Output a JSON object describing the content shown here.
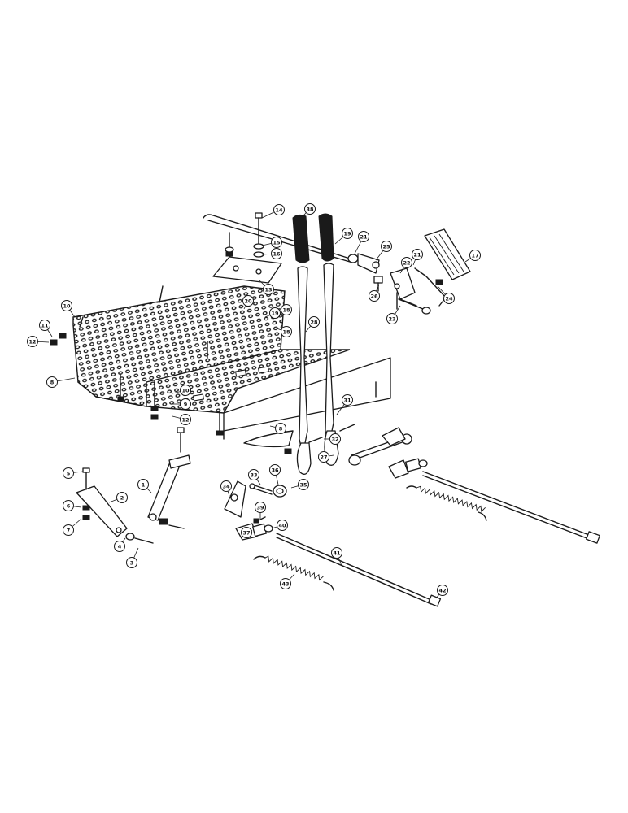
{
  "callouts": [
    {
      "id": "c14a",
      "label": "14"
    },
    {
      "id": "c38",
      "label": "38"
    },
    {
      "id": "c15",
      "label": "15"
    },
    {
      "id": "c16",
      "label": "16"
    },
    {
      "id": "c13",
      "label": "13"
    },
    {
      "id": "c19a",
      "label": "19"
    },
    {
      "id": "c21",
      "label": "21"
    },
    {
      "id": "c25",
      "label": "25"
    },
    {
      "id": "c17",
      "label": "17"
    },
    {
      "id": "c22",
      "label": "22"
    },
    {
      "id": "c21b",
      "label": "21"
    },
    {
      "id": "c26",
      "label": "26"
    },
    {
      "id": "c23",
      "label": "23"
    },
    {
      "id": "c24",
      "label": "24"
    },
    {
      "id": "c20",
      "label": "20"
    },
    {
      "id": "c19b",
      "label": "19"
    },
    {
      "id": "c18a",
      "label": "18"
    },
    {
      "id": "c18b",
      "label": "18"
    },
    {
      "id": "c11",
      "label": "11"
    },
    {
      "id": "c12a",
      "label": "12"
    },
    {
      "id": "c10a",
      "label": "10"
    },
    {
      "id": "c8a",
      "label": "8"
    },
    {
      "id": "c28",
      "label": "28"
    },
    {
      "id": "c10b",
      "label": "10"
    },
    {
      "id": "c9",
      "label": "9"
    },
    {
      "id": "c12b",
      "label": "12"
    },
    {
      "id": "c8b",
      "label": "8"
    },
    {
      "id": "c31",
      "label": "31"
    },
    {
      "id": "c32",
      "label": "32"
    },
    {
      "id": "c27",
      "label": "27"
    },
    {
      "id": "c5",
      "label": "5"
    },
    {
      "id": "c6",
      "label": "6"
    },
    {
      "id": "c7",
      "label": "7"
    },
    {
      "id": "c2",
      "label": "2"
    },
    {
      "id": "c1",
      "label": "1"
    },
    {
      "id": "c4",
      "label": "4"
    },
    {
      "id": "c3",
      "label": "3"
    },
    {
      "id": "c33",
      "label": "33"
    },
    {
      "id": "c34",
      "label": "34"
    },
    {
      "id": "c36",
      "label": "36"
    },
    {
      "id": "c35",
      "label": "35"
    },
    {
      "id": "c39",
      "label": "39"
    },
    {
      "id": "c37",
      "label": "37"
    },
    {
      "id": "c40",
      "label": "40"
    },
    {
      "id": "c41",
      "label": "41"
    },
    {
      "id": "c43",
      "label": "43"
    },
    {
      "id": "c42",
      "label": "42"
    }
  ]
}
